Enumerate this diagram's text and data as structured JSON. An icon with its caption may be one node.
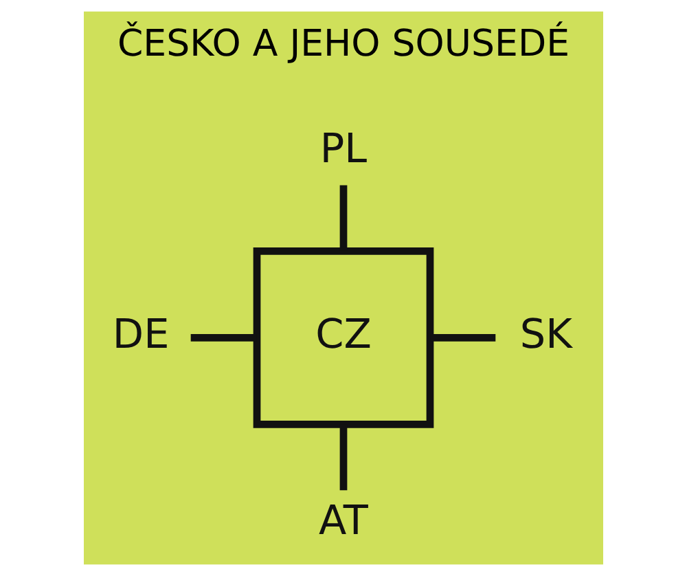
{
  "diagram": {
    "title": "ČESKO A JEHO SOUSEDÉ",
    "nodes": [
      {
        "text": [
          "PL"
        ]
      },
      {
        "text": [
          "DE"
        ]
      },
      {
        "text": [
          "CZ"
        ]
      },
      {
        "text": [
          "SK"
        ]
      },
      {
        "text": [
          "AT"
        ]
      }
    ],
    "edges": [
      {
        "from": 0,
        "to": 2,
        "arrow": "none"
      },
      {
        "from": 1,
        "to": 2,
        "arrow": "none"
      },
      {
        "from": 2,
        "to": 3,
        "arrow": "none"
      },
      {
        "from": 2,
        "to": 4,
        "arrow": "none"
      }
    ]
  }
}
